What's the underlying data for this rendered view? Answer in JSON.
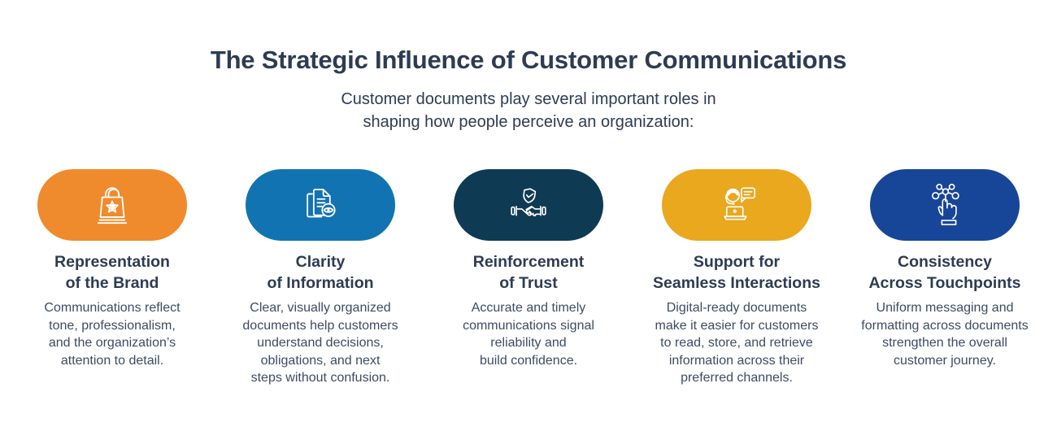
{
  "header": {
    "title": "The Strategic Influence of Customer Communications",
    "subtitle": "Customer documents play several important roles in\nshaping how people perceive an organization:"
  },
  "cards": [
    {
      "icon": "shopping-bag-star-icon",
      "color": "#EF8B2D",
      "title": "Representation\nof the Brand",
      "body": "Communications reflect\ntone, professionalism,\nand the organization’s\nattention to detail."
    },
    {
      "icon": "document-eye-icon",
      "color": "#1273B2",
      "title": "Clarity\nof Information",
      "body": "Clear, visually organized\ndocuments help customers\nunderstand decisions,\nobligations, and next\nsteps without confusion."
    },
    {
      "icon": "handshake-shield-icon",
      "color": "#0F3A53",
      "title": "Reinforcement\nof Trust",
      "body": "Accurate and timely\ncommunications signal\nreliability and\nbuild confidence."
    },
    {
      "icon": "support-agent-icon",
      "color": "#E9A81D",
      "title": "Support for\nSeamless Interactions",
      "body": "Digital-ready documents\nmake it easier for customers\nto read, store, and retrieve\ninformation across their\npreferred channels."
    },
    {
      "icon": "touch-network-icon",
      "color": "#174699",
      "title": "Consistency\nAcross Touchpoints",
      "body": "Uniform messaging and\nformatting across documents\nstrengthen the overall\ncustomer journey."
    }
  ],
  "colors": {
    "heading_text": "#2D3C53",
    "body_text": "#3D4C63",
    "background": "#FFFFFF"
  }
}
